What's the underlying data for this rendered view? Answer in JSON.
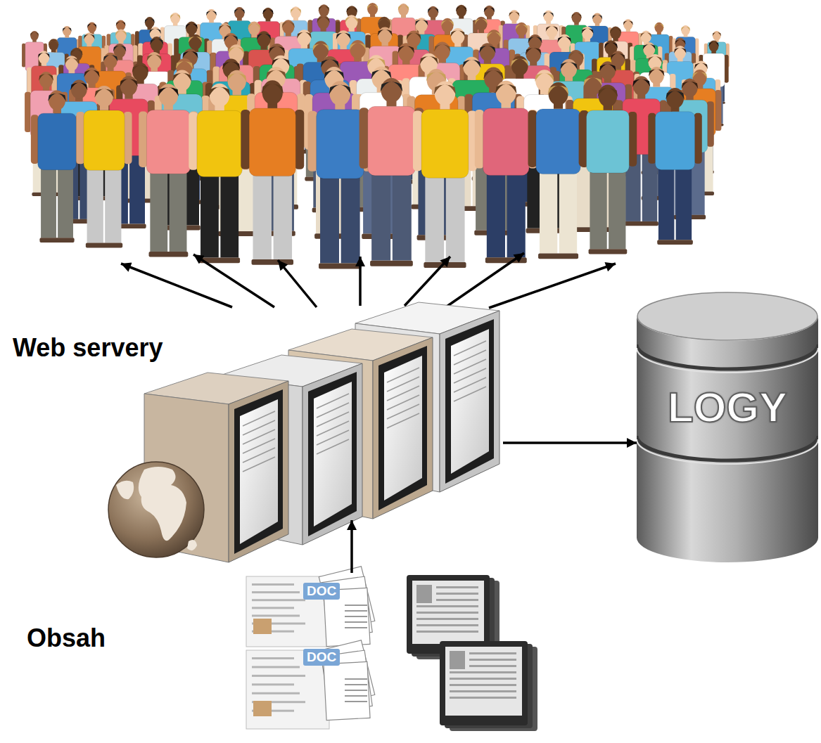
{
  "diagram": {
    "nodes": [
      {
        "text": [
          "Web servery"
        ]
      },
      {
        "text": [
          "LOGY"
        ]
      },
      {
        "text": [
          "Obsah"
        ]
      }
    ],
    "edges": [
      {
        "from": 0,
        "to": 1,
        "arrow": "to"
      },
      {
        "from": 2,
        "to": 0,
        "arrow": "to"
      }
    ],
    "labels": [
      "DOC",
      "DOC"
    ]
  }
}
